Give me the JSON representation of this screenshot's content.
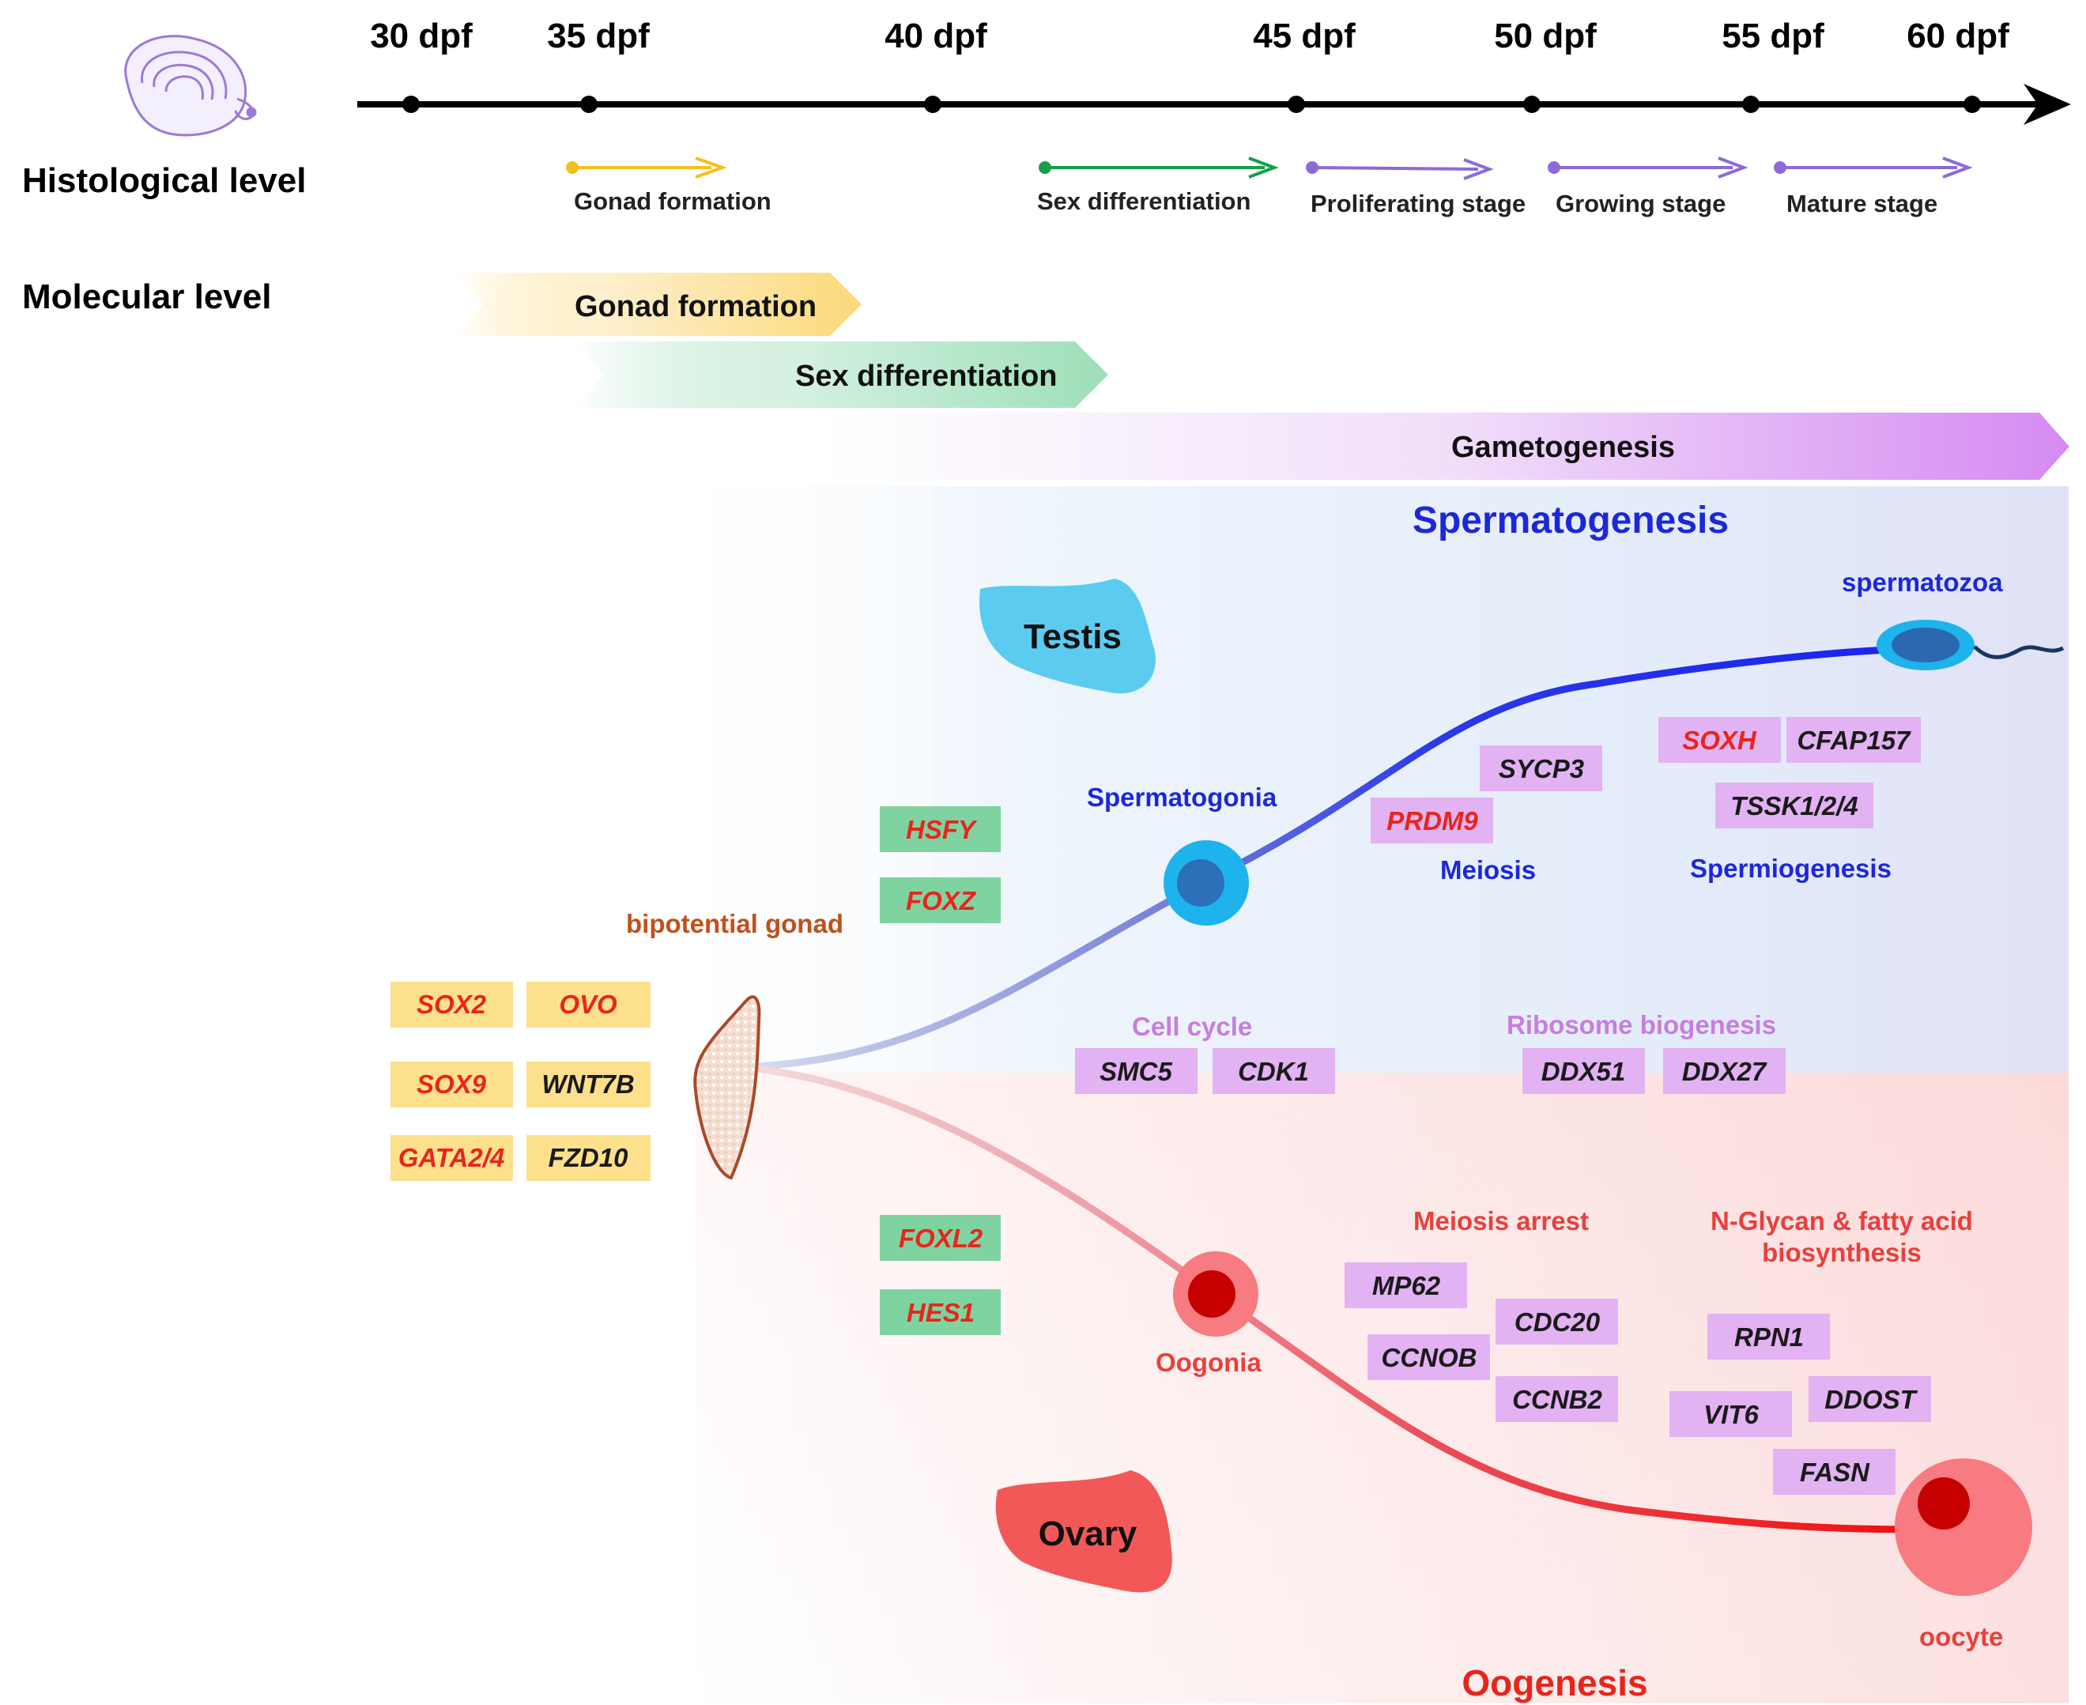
{
  "timeline": {
    "ticks": [
      "30 dpf",
      "35 dpf",
      "40 dpf",
      "45 dpf",
      "50 dpf",
      "55 dpf",
      "60 dpf"
    ]
  },
  "rows": {
    "histological": "Histological level",
    "molecular": "Molecular level"
  },
  "histological_stages": [
    {
      "label": "Gonad formation",
      "color": "#f2c01e"
    },
    {
      "label": "Sex differentiation",
      "color": "#12a04a"
    },
    {
      "label": "Proliferating stage",
      "color": "#8c6ad8"
    },
    {
      "label": "Growing stage",
      "color": "#8c6ad8"
    },
    {
      "label": "Mature stage",
      "color": "#8c6ad8"
    }
  ],
  "molecular_bands": [
    {
      "label": "Gonad formation",
      "color": "#fbe08e"
    },
    {
      "label": "Sex differentiation",
      "color": "#a9e3c2"
    },
    {
      "label": "Gametogenesis",
      "color": "#d68cf0"
    }
  ],
  "headings": {
    "spermatogenesis": "Spermatogenesis",
    "oogenesis": "Oogenesis"
  },
  "organs": {
    "testis": "Testis",
    "ovary": "Ovary"
  },
  "cells": {
    "bipotential": "bipotential gonad",
    "spermatogonia": "Spermatogonia",
    "spermatozoa": "spermatozoa",
    "oogonia": "Oogonia",
    "oocyte": "oocyte"
  },
  "process_labels": {
    "meiosis": "Meiosis",
    "spermiogenesis": "Spermiogenesis",
    "cell_cycle": "Cell cycle",
    "ribosome": "Ribosome biogenesis",
    "meiosis_arrest": "Meiosis arrest",
    "nglycan_line1": "N-Glycan & fatty acid",
    "nglycan_line2": "biosynthesis"
  },
  "genes": {
    "bipotential": [
      {
        "name": "SOX2",
        "color": "#e8251c"
      },
      {
        "name": "OVO",
        "color": "#e8251c"
      },
      {
        "name": "SOX9",
        "color": "#e8251c"
      },
      {
        "name": "WNT7B",
        "color": "#1a1a1a"
      },
      {
        "name": "GATA2/4",
        "color": "#e8251c"
      },
      {
        "name": "FZD10",
        "color": "#1a1a1a"
      }
    ],
    "male_determining": [
      {
        "name": "HSFY",
        "color": "#e8251c"
      },
      {
        "name": "FOXZ",
        "color": "#e8251c"
      }
    ],
    "female_determining": [
      {
        "name": "FOXL2",
        "color": "#e8251c"
      },
      {
        "name": "HES1",
        "color": "#e8251c"
      }
    ],
    "meiosis": [
      {
        "name": "SYCP3",
        "color": "#1a1a1a"
      },
      {
        "name": "PRDM9",
        "color": "#e8251c"
      }
    ],
    "spermiogenesis": [
      {
        "name": "SOXH",
        "color": "#e8251c"
      },
      {
        "name": "CFAP157",
        "color": "#1a1a1a"
      },
      {
        "name": "TSSK1/2/4",
        "color": "#1a1a1a"
      }
    ],
    "cell_cycle": [
      {
        "name": "SMC5",
        "color": "#1a1a1a"
      },
      {
        "name": "CDK1",
        "color": "#1a1a1a"
      }
    ],
    "ribosome": [
      {
        "name": "DDX51",
        "color": "#1a1a1a"
      },
      {
        "name": "DDX27",
        "color": "#1a1a1a"
      }
    ],
    "meiosis_arrest": [
      {
        "name": "MP62",
        "color": "#1a1a1a"
      },
      {
        "name": "CDC20",
        "color": "#1a1a1a"
      },
      {
        "name": "CCNOB",
        "color": "#1a1a1a"
      },
      {
        "name": "CCNB2",
        "color": "#1a1a1a"
      }
    ],
    "nglycan": [
      {
        "name": "RPN1",
        "color": "#1a1a1a"
      },
      {
        "name": "DDOST",
        "color": "#1a1a1a"
      },
      {
        "name": "VIT6",
        "color": "#1a1a1a"
      },
      {
        "name": "FASN",
        "color": "#1a1a1a"
      }
    ]
  },
  "colors": {
    "blue_text": "#1c28d8",
    "red_text": "#e8403c",
    "purple_text": "#c77de0",
    "bipotential_text": "#c0501c",
    "gene_yellow": "#fde08c",
    "gene_green": "#7fd3a0",
    "gene_purple": "#e2b2f2"
  },
  "icons": {
    "shell": "oyster-shell-icon"
  }
}
